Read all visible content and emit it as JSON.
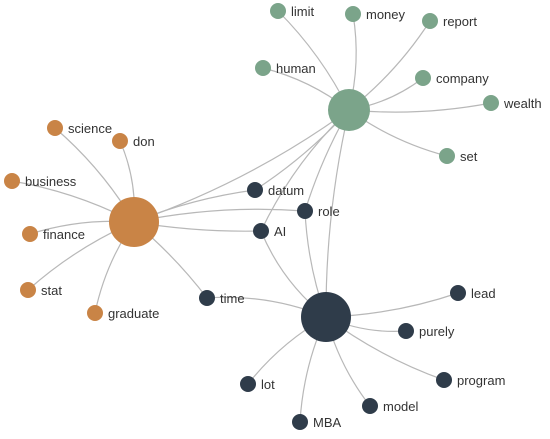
{
  "diagram": {
    "type": "network",
    "colors": {
      "orange": "#c98446",
      "green": "#7ba48a",
      "dark": "#2f3c4a",
      "edge": "#b8b8b8",
      "label": "#333333"
    },
    "hubs": [
      {
        "id": "green_hub",
        "group": "green"
      },
      {
        "id": "orange_hub",
        "group": "orange"
      },
      {
        "id": "dark_hub",
        "group": "dark"
      }
    ],
    "nodes": [
      {
        "id": "limit",
        "label": "limit",
        "group": "green",
        "hub": "green_hub"
      },
      {
        "id": "money",
        "label": "money",
        "group": "green",
        "hub": "green_hub"
      },
      {
        "id": "report",
        "label": "report",
        "group": "green",
        "hub": "green_hub"
      },
      {
        "id": "human",
        "label": "human",
        "group": "green",
        "hub": "green_hub"
      },
      {
        "id": "company",
        "label": "company",
        "group": "green",
        "hub": "green_hub"
      },
      {
        "id": "wealth",
        "label": "wealth",
        "group": "green",
        "hub": "green_hub"
      },
      {
        "id": "set",
        "label": "set",
        "group": "green",
        "hub": "green_hub"
      },
      {
        "id": "science",
        "label": "science",
        "group": "orange",
        "hub": "orange_hub"
      },
      {
        "id": "don",
        "label": "don",
        "group": "orange",
        "hub": "orange_hub"
      },
      {
        "id": "business",
        "label": "business",
        "group": "orange",
        "hub": "orange_hub"
      },
      {
        "id": "finance",
        "label": "finance",
        "group": "orange",
        "hub": "orange_hub"
      },
      {
        "id": "stat",
        "label": "stat",
        "group": "orange",
        "hub": "orange_hub"
      },
      {
        "id": "graduate",
        "label": "graduate",
        "group": "orange",
        "hub": "orange_hub"
      },
      {
        "id": "datum",
        "label": "datum",
        "group": "dark",
        "hub": "green_hub"
      },
      {
        "id": "role",
        "label": "role",
        "group": "dark",
        "hub": "dark_hub"
      },
      {
        "id": "ai",
        "label": "AI",
        "group": "dark",
        "hub": "dark_hub"
      },
      {
        "id": "time",
        "label": "time",
        "group": "dark",
        "hub": "dark_hub"
      },
      {
        "id": "lead",
        "label": "lead",
        "group": "dark",
        "hub": "dark_hub"
      },
      {
        "id": "purely",
        "label": "purely",
        "group": "dark",
        "hub": "dark_hub"
      },
      {
        "id": "program",
        "label": "program",
        "group": "dark",
        "hub": "dark_hub"
      },
      {
        "id": "lot",
        "label": "lot",
        "group": "dark",
        "hub": "dark_hub"
      },
      {
        "id": "model",
        "label": "model",
        "group": "dark",
        "hub": "dark_hub"
      },
      {
        "id": "mba",
        "label": "MBA",
        "group": "dark",
        "hub": "dark_hub"
      }
    ],
    "edges": [
      [
        "green_hub",
        "limit"
      ],
      [
        "green_hub",
        "money"
      ],
      [
        "green_hub",
        "report"
      ],
      [
        "green_hub",
        "human"
      ],
      [
        "green_hub",
        "company"
      ],
      [
        "green_hub",
        "wealth"
      ],
      [
        "green_hub",
        "set"
      ],
      [
        "green_hub",
        "datum"
      ],
      [
        "green_hub",
        "ai"
      ],
      [
        "green_hub",
        "role"
      ],
      [
        "green_hub",
        "orange_hub"
      ],
      [
        "green_hub",
        "dark_hub"
      ],
      [
        "orange_hub",
        "science"
      ],
      [
        "orange_hub",
        "don"
      ],
      [
        "orange_hub",
        "business"
      ],
      [
        "orange_hub",
        "finance"
      ],
      [
        "orange_hub",
        "stat"
      ],
      [
        "orange_hub",
        "graduate"
      ],
      [
        "orange_hub",
        "datum"
      ],
      [
        "orange_hub",
        "role"
      ],
      [
        "orange_hub",
        "ai"
      ],
      [
        "orange_hub",
        "time"
      ],
      [
        "dark_hub",
        "role"
      ],
      [
        "dark_hub",
        "ai"
      ],
      [
        "dark_hub",
        "time"
      ],
      [
        "dark_hub",
        "lead"
      ],
      [
        "dark_hub",
        "purely"
      ],
      [
        "dark_hub",
        "program"
      ],
      [
        "dark_hub",
        "lot"
      ],
      [
        "dark_hub",
        "model"
      ],
      [
        "dark_hub",
        "mba"
      ]
    ]
  }
}
